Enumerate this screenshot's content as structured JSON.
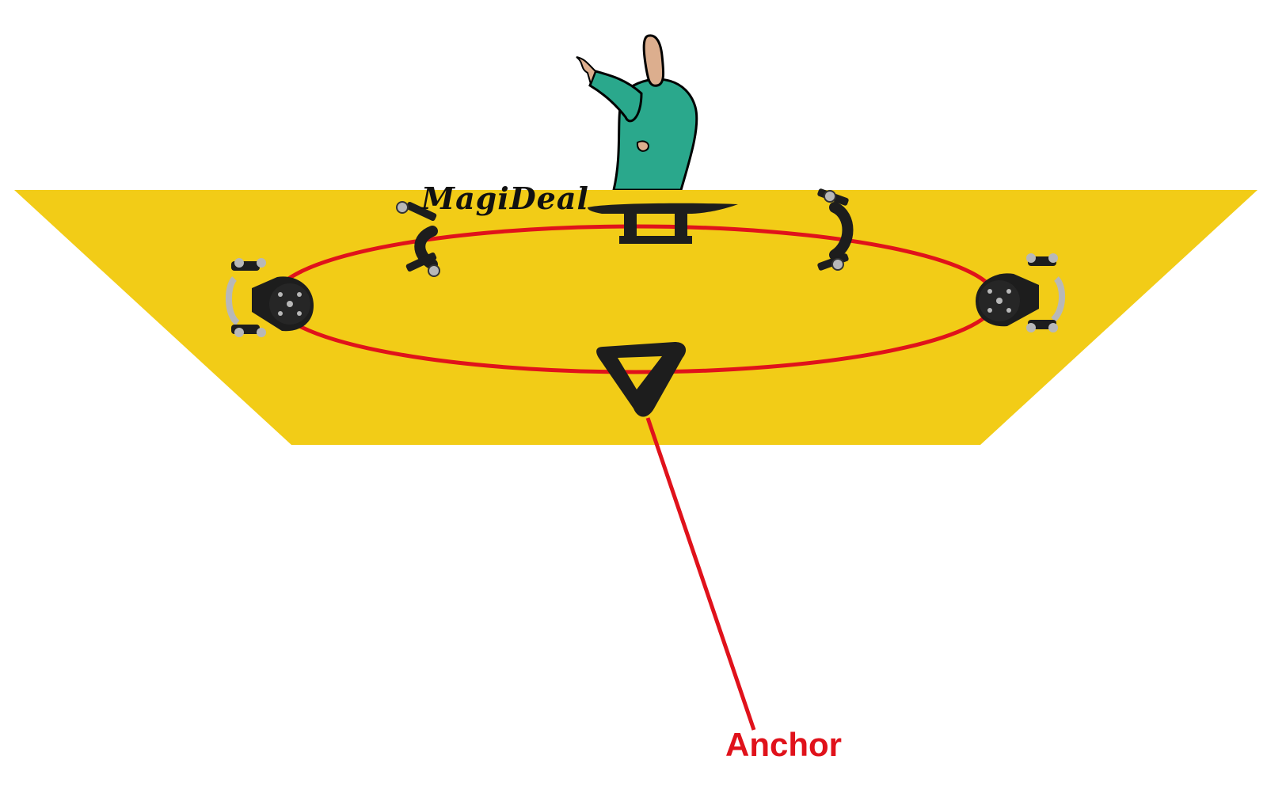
{
  "diagram": {
    "anchor_label": "Anchor",
    "brand_watermark": "MagiDeal",
    "components": [
      {
        "name": "kayak-hull",
        "kind": "trapezoid"
      },
      {
        "name": "paddler",
        "kind": "figure"
      },
      {
        "name": "pulley-left",
        "kind": "pulley"
      },
      {
        "name": "pulley-right",
        "kind": "pulley"
      },
      {
        "name": "pad-eye-left",
        "kind": "u-bracket"
      },
      {
        "name": "pad-eye-right",
        "kind": "u-bracket"
      },
      {
        "name": "cleat",
        "kind": "cleat"
      },
      {
        "name": "anchor-ring",
        "kind": "triangle-ring"
      },
      {
        "name": "trolley-rope-loop",
        "kind": "ellipse"
      },
      {
        "name": "anchor-line",
        "kind": "line"
      }
    ]
  },
  "colors": {
    "hull": "#f2cc17",
    "rope": "#e0121b",
    "hardware": "#1d1d1d",
    "metal": "#b8b8b8",
    "paddler_robe": "#2aa88c",
    "skin": "#dcae8e",
    "label": "#e0121b",
    "background": "#ffffff"
  }
}
